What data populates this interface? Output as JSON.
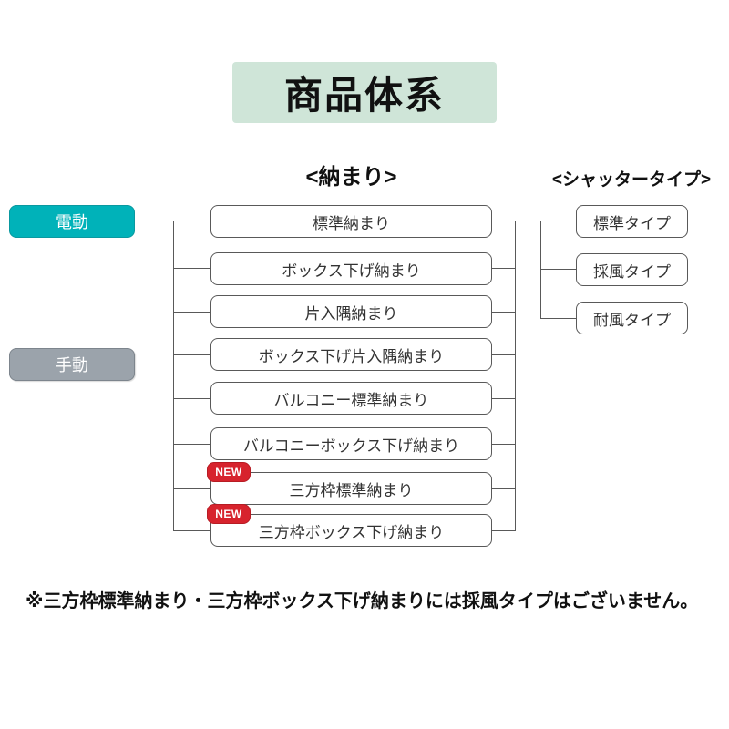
{
  "title": "商品体系",
  "columns": {
    "nakamari_header": "<納まり>",
    "shutter_type_header": "<シャッタータイプ>"
  },
  "drive_buttons": [
    {
      "label": "電動",
      "color": "#00b2b9"
    },
    {
      "label": "手動",
      "color": "#9ba3ab"
    }
  ],
  "nakamari_boxes": [
    {
      "label": "標準納まり"
    },
    {
      "label": "ボックス下げ納まり"
    },
    {
      "label": "片入隅納まり"
    },
    {
      "label": "ボックス下げ片入隅納まり"
    },
    {
      "label": "バルコニー標準納まり"
    },
    {
      "label": "バルコニーボックス下げ納まり"
    },
    {
      "label": "三方枠標準納まり",
      "badge": "NEW"
    },
    {
      "label": "三方枠ボックス下げ納まり",
      "badge": "NEW"
    }
  ],
  "shutter_type_boxes": [
    {
      "label": "標準タイプ"
    },
    {
      "label": "採風タイプ"
    },
    {
      "label": "耐風タイプ"
    }
  ],
  "footnote": "※三方枠標準納まり・三方枠ボックス下げ納まりには採風タイプはございません。",
  "colors": {
    "title_background": "#cfe5d8",
    "electric_teal": "#00b2b9",
    "manual_gray": "#9ba3ab",
    "new_badge_red": "#d7232d",
    "line": "#595959"
  }
}
